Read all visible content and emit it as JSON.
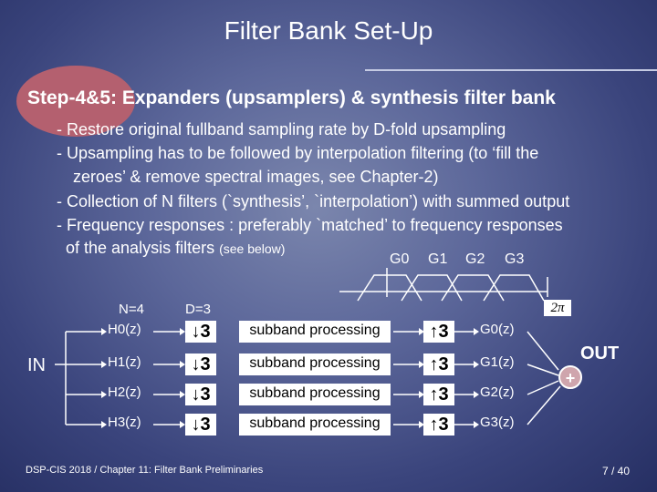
{
  "slide": {
    "title": "Filter Bank Set-Up",
    "heading": "Step-4&5: Expanders (upsamplers) & synthesis filter bank",
    "bullets": [
      "- Restore original fullband sampling rate by D-fold upsampling",
      "- Upsampling has to be followed by interpolation filtering (to ‘fill the",
      "zeroes’ & remove spectral images, see Chapter-2)",
      "- Collection of N filters (`synthesis’, `interpolation’) with summed output",
      "- Frequency responses : preferably `matched’ to frequency responses"
    ],
    "freq_line": "of the analysis filters",
    "freq_note": "(see below)",
    "g_labels": [
      "G0",
      "G1",
      "G2",
      "G3"
    ],
    "two_pi": "2π",
    "n_label": "N=4",
    "d_label": "D=3",
    "in_label": "IN",
    "out_label": "OUT",
    "plus": "+",
    "analysis_filters": [
      "H0(z)",
      "H1(z)",
      "H2(z)",
      "H3(z)"
    ],
    "decimators": [
      "↓3",
      "↓3",
      "↓3",
      "↓3"
    ],
    "processing": [
      "subband processing",
      "subband processing",
      "subband processing",
      "subband processing"
    ],
    "expanders": [
      "↑3",
      "↑3",
      "↑3",
      "↑3"
    ],
    "synthesis_filters": [
      "G0(z)",
      "G1(z)",
      "G2(z)",
      "G3(z)"
    ],
    "footer": "DSP-CIS 2018 / Chapter 11: Filter Bank Preliminaries",
    "page": "7 / 40"
  }
}
